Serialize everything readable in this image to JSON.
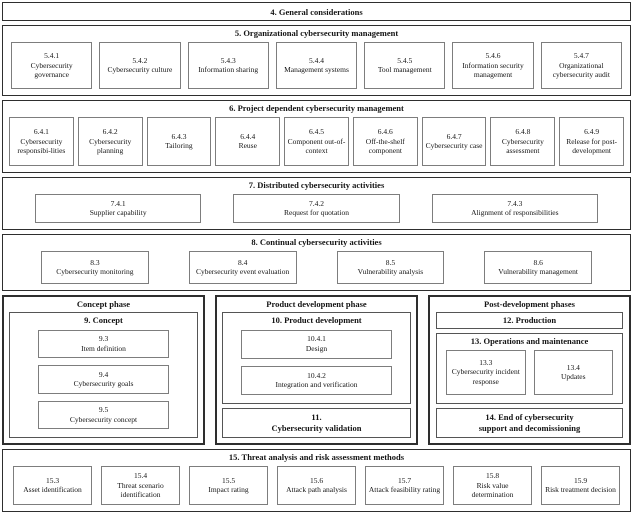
{
  "colors": {
    "section_border": "#2e2e2e",
    "item_border": "#7d7d7d",
    "background": "#ffffff",
    "text": "#141414"
  },
  "s4": {
    "title": "4. General considerations"
  },
  "s5": {
    "title": "5. Organizational cybersecurity management",
    "items": [
      {
        "id": "5.4.1",
        "label": "Cybersecurity governance"
      },
      {
        "id": "5.4.2",
        "label": "Cybersecurity culture"
      },
      {
        "id": "5.4.3",
        "label": "Information sharing"
      },
      {
        "id": "5.4.4",
        "label": "Management systems"
      },
      {
        "id": "5.4.5",
        "label": "Tool management"
      },
      {
        "id": "5.4.6",
        "label": "Information security management"
      },
      {
        "id": "5.4.7",
        "label": "Organizational cybersecurity audit"
      }
    ]
  },
  "s6": {
    "title": "6. Project dependent cybersecurity management",
    "items": [
      {
        "id": "6.4.1",
        "label": "Cybersecurity responsibi-lities"
      },
      {
        "id": "6.4.2",
        "label": "Cybersecurity planning"
      },
      {
        "id": "6.4.3",
        "label": "Tailoring"
      },
      {
        "id": "6.4.4",
        "label": "Reuse"
      },
      {
        "id": "6.4.5",
        "label": "Component out-of-context"
      },
      {
        "id": "6.4.6",
        "label": "Off-the-shelf component"
      },
      {
        "id": "6.4.7",
        "label": "Cybersecurity case"
      },
      {
        "id": "6.4.8",
        "label": "Cybersecurity assessment"
      },
      {
        "id": "6.4.9",
        "label": "Release for post-development"
      }
    ]
  },
  "s7": {
    "title": "7. Distributed cybersecurity activities",
    "items": [
      {
        "id": "7.4.1",
        "label": "Supplier capability"
      },
      {
        "id": "7.4.2",
        "label": "Request for quotation"
      },
      {
        "id": "7.4.3",
        "label": "Alignment of responsibilities"
      }
    ]
  },
  "s8": {
    "title": "8. Continual cybersecurity activities",
    "items": [
      {
        "id": "8.3",
        "label": "Cybersecurity monitoring"
      },
      {
        "id": "8.4",
        "label": "Cybersecurity event evaluation"
      },
      {
        "id": "8.5",
        "label": "Vulnerability analysis"
      },
      {
        "id": "8.6",
        "label": "Vulnerability management"
      }
    ]
  },
  "phases": {
    "concept": {
      "title": "Concept phase",
      "box_title": "9. Concept",
      "items": [
        {
          "id": "9.3",
          "label": "Item definition"
        },
        {
          "id": "9.4",
          "label": "Cybersecurity goals"
        },
        {
          "id": "9.5",
          "label": "Cybersecurity concept"
        }
      ]
    },
    "product": {
      "title": "Product development phase",
      "box_title": "10. Product development",
      "items": [
        {
          "id": "10.4.1",
          "label": "Design"
        },
        {
          "id": "10.4.2",
          "label": "Integration and verification"
        }
      ],
      "validation_id": "11.",
      "validation_label": "Cybersecurity validation"
    },
    "post": {
      "title": "Post-development phases",
      "production_title": "12. Production",
      "operations_title": "13. Operations and maintenance",
      "items": [
        {
          "id": "13.3",
          "label": "Cybersecurity incident response"
        },
        {
          "id": "13.4",
          "label": "Updates"
        }
      ],
      "end_line1": "14. End of cybersecurity",
      "end_line2": "support and decomissioning"
    }
  },
  "s15": {
    "title": "15. Threat analysis and risk assessment methods",
    "items": [
      {
        "id": "15.3",
        "label": "Asset identification"
      },
      {
        "id": "15.4",
        "label": "Threat scenario identification"
      },
      {
        "id": "15.5",
        "label": "Impact rating"
      },
      {
        "id": "15.6",
        "label": "Attack path analysis"
      },
      {
        "id": "15.7",
        "label": "Attack feasibility rating"
      },
      {
        "id": "15.8",
        "label": "Risk value determination"
      },
      {
        "id": "15.9",
        "label": "Risk treatment decision"
      }
    ]
  }
}
